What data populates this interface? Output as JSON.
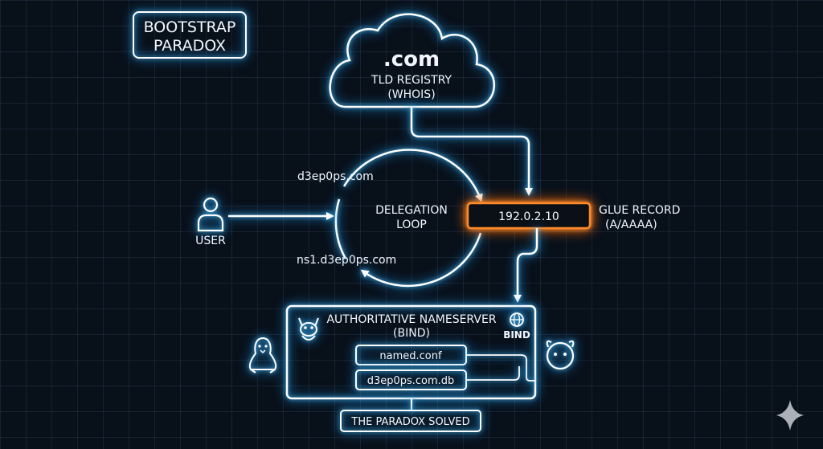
{
  "title": {
    "line1": "BOOTSTRAP",
    "line2": "PARADOX"
  },
  "registry": {
    "tld": ".com",
    "line1": "TLD REGISTRY",
    "line2": "(WHOIS)"
  },
  "loop": {
    "line1": "DELEGATION",
    "line2": "LOOP",
    "domain": "d3ep0ps.com",
    "nameserver": "ns1.d3ep0ps.com"
  },
  "user": {
    "label": "USER"
  },
  "glue": {
    "ip": "192.0.2.10",
    "line1": "GLUE RECORD",
    "line2": "(A/AAAA)"
  },
  "nameserver": {
    "line1": "AUTHORITATIVE NAMESERVER",
    "line2": "(BIND)",
    "brand": "BIND",
    "files": [
      "named.conf",
      "d3ep0ps.com.db"
    ]
  },
  "footer": {
    "label": "THE PARADOX SOLVED"
  },
  "icons": [
    "user-icon",
    "bind-daemon-icon",
    "bind-globe-icon",
    "linux-tux-icon",
    "freebsd-daemon-icon",
    "sparkle-icon"
  ],
  "colors": {
    "glow": "#4fc3ff",
    "glue": "#ff8a2a",
    "background": "#08101a"
  }
}
